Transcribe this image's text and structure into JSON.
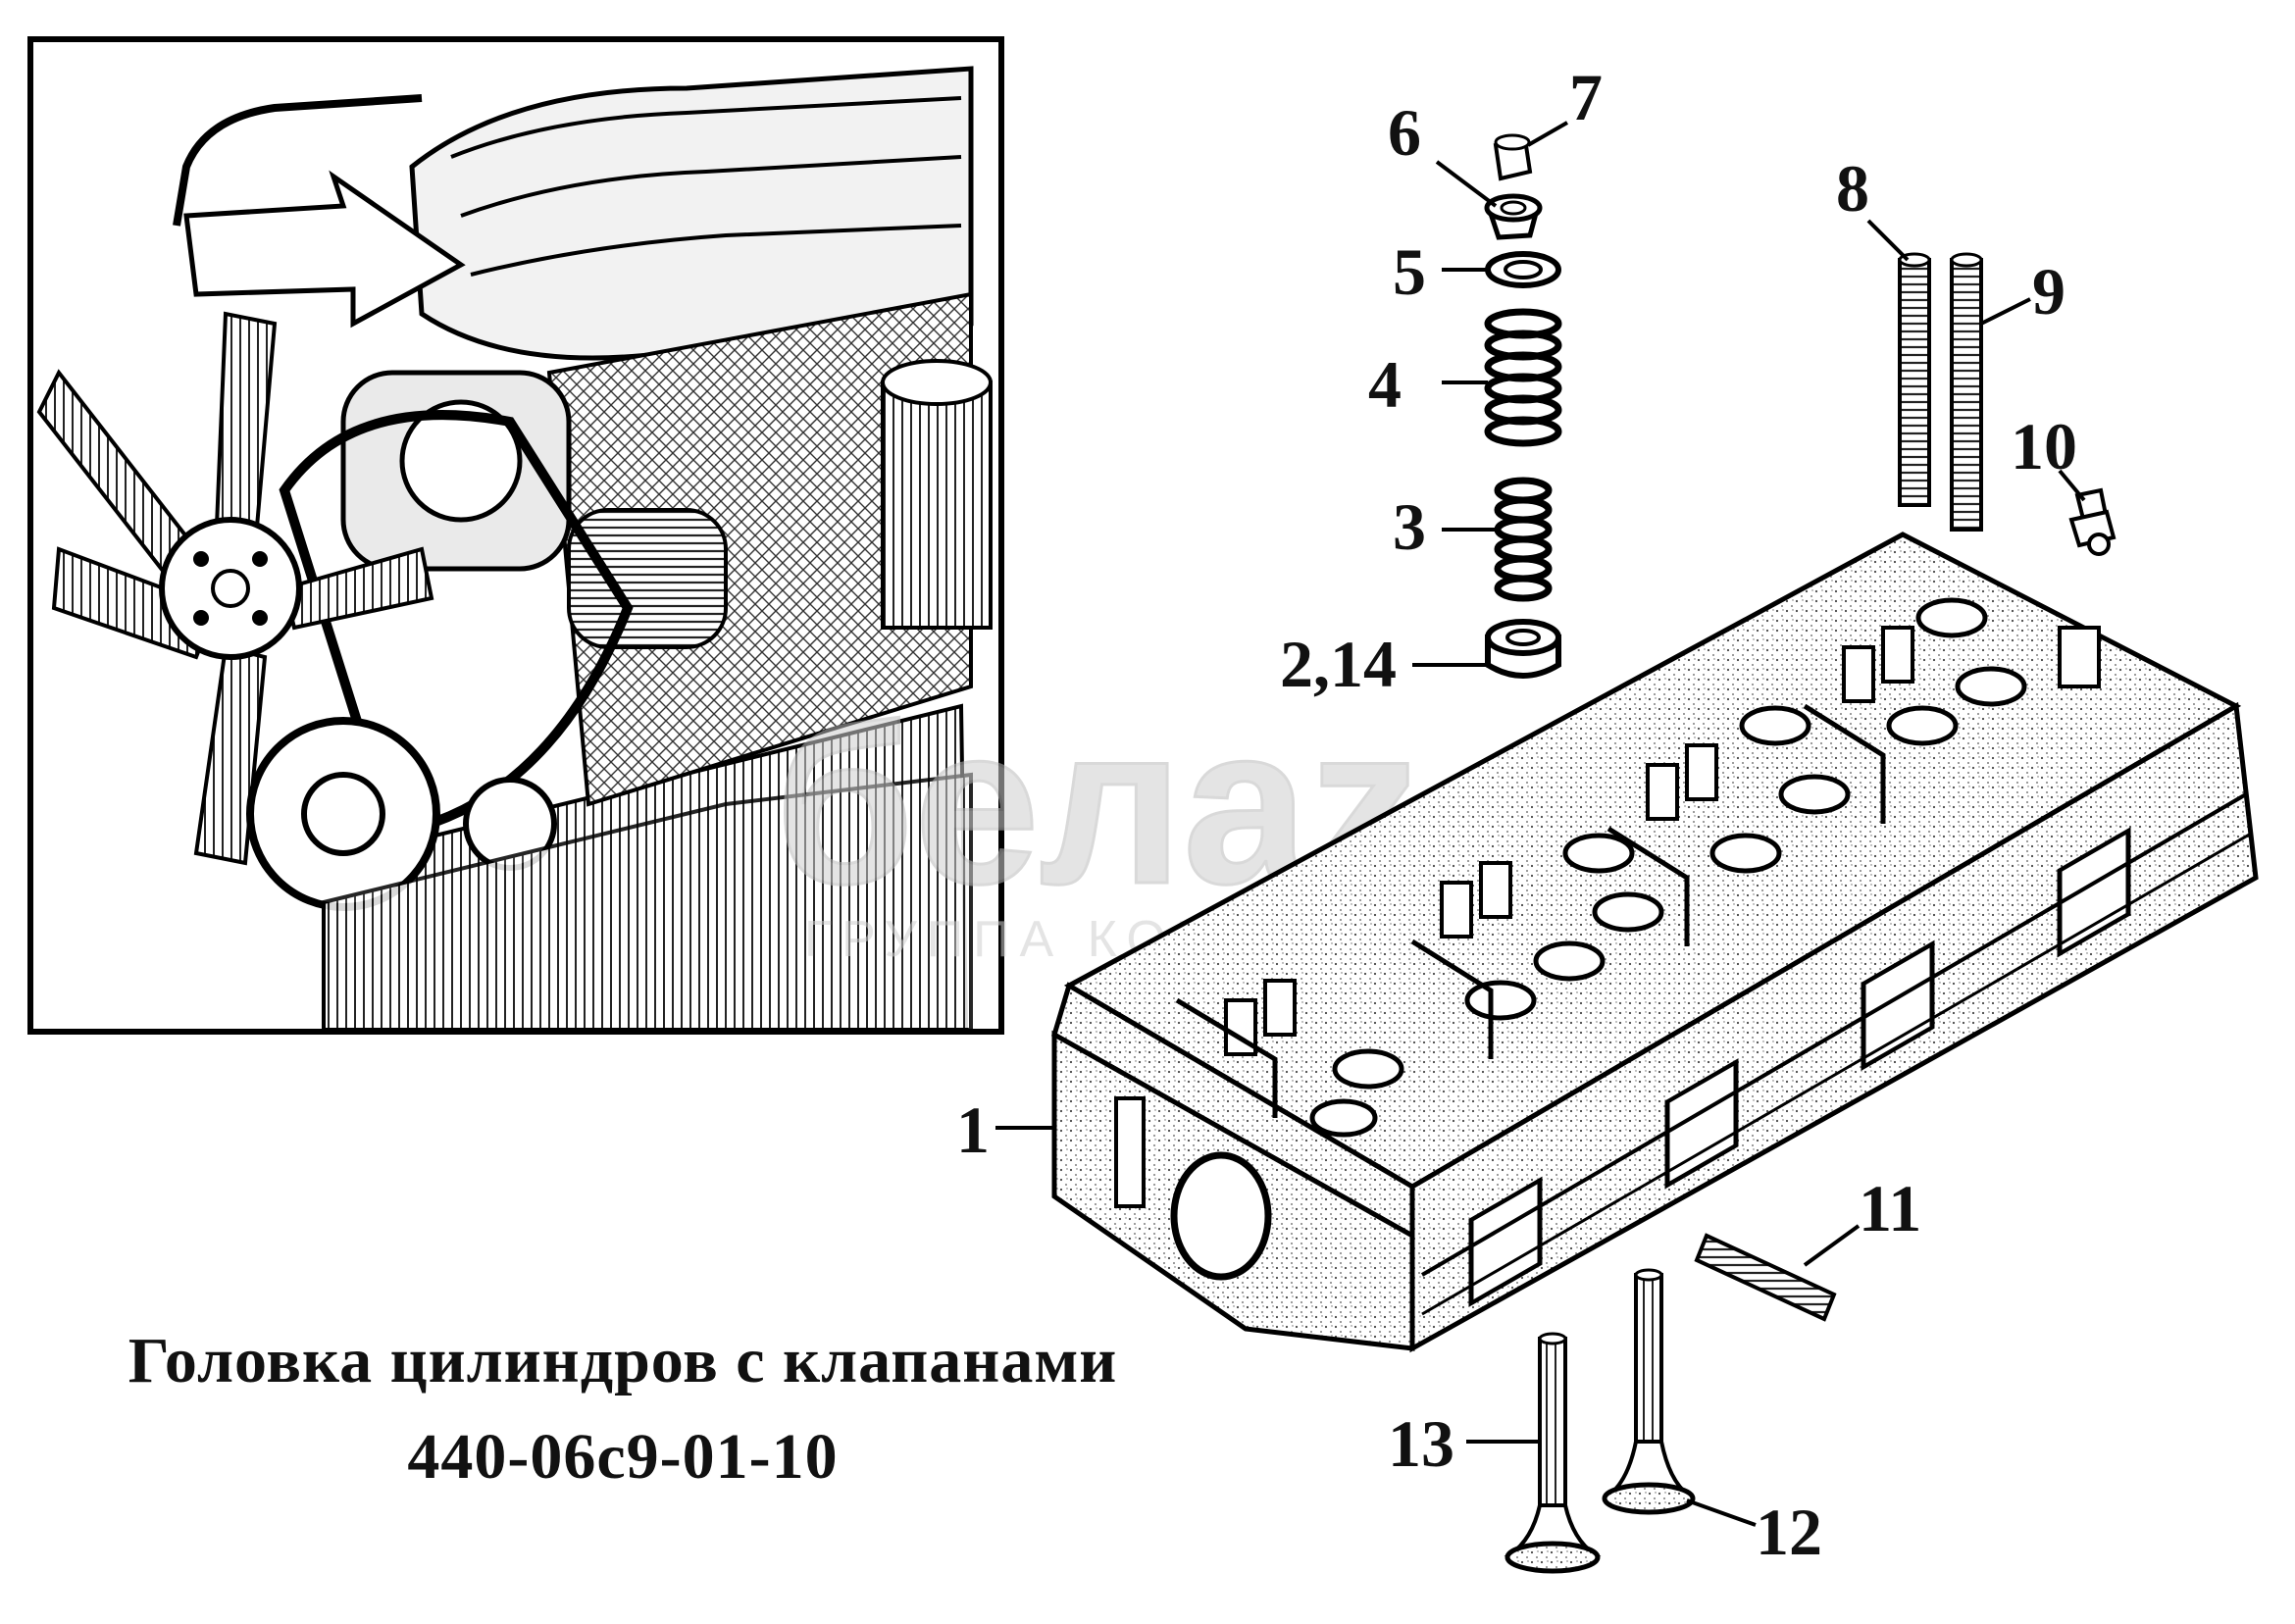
{
  "title": {
    "line1": "Головка цилиндров с клапанами",
    "line2": "440-06с9-01-10"
  },
  "watermark": {
    "logo": "белаz",
    "subtitle": "ГРУППА КОМПАНИЙ"
  },
  "callouts": [
    {
      "id": "c1",
      "label": "1"
    },
    {
      "id": "c2",
      "label": "2,14"
    },
    {
      "id": "c3",
      "label": "3"
    },
    {
      "id": "c4",
      "label": "4"
    },
    {
      "id": "c5",
      "label": "5"
    },
    {
      "id": "c6",
      "label": "6"
    },
    {
      "id": "c7",
      "label": "7"
    },
    {
      "id": "c8",
      "label": "8"
    },
    {
      "id": "c9",
      "label": "9"
    },
    {
      "id": "c10",
      "label": "10"
    },
    {
      "id": "c11",
      "label": "11"
    },
    {
      "id": "c12",
      "label": "12"
    },
    {
      "id": "c13",
      "label": "13"
    }
  ],
  "colors": {
    "ink": "#111111",
    "paper": "#ffffff",
    "watermark": "#cfcfcf"
  }
}
